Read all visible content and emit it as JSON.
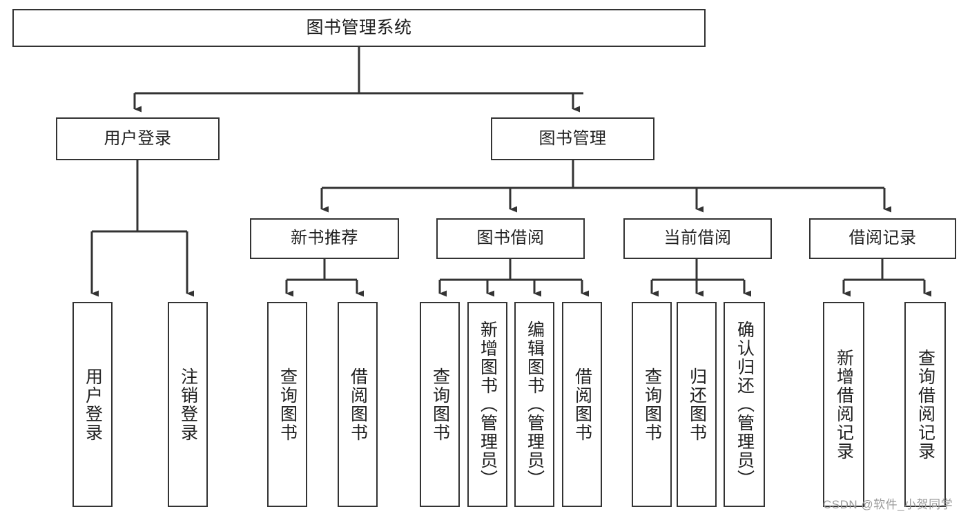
{
  "diagram": {
    "type": "hierarchy-tree",
    "title": "图书管理系统",
    "root": {
      "id": "root",
      "label": "图书管理系统"
    },
    "level2": [
      {
        "id": "user-login",
        "label": "用户登录"
      },
      {
        "id": "book-manage",
        "label": "图书管理"
      }
    ],
    "level3": [
      {
        "id": "new-book-recommend",
        "label": "新书推荐",
        "parent": "book-manage"
      },
      {
        "id": "book-borrow",
        "label": "图书借阅",
        "parent": "book-manage"
      },
      {
        "id": "current-borrow",
        "label": "当前借阅",
        "parent": "book-manage"
      },
      {
        "id": "borrow-record",
        "label": "借阅记录",
        "parent": "book-manage"
      }
    ],
    "leaves": {
      "user-login": [
        {
          "id": "leaf-user-login",
          "label": "用户登录"
        },
        {
          "id": "leaf-user-logout",
          "label": "注销登录"
        }
      ],
      "new-book-recommend": [
        {
          "id": "leaf-query-book-1",
          "label": "查询图书"
        },
        {
          "id": "leaf-borrow-book-1",
          "label": "借阅图书"
        }
      ],
      "book-borrow": [
        {
          "id": "leaf-query-book-2",
          "label": "查询图书"
        },
        {
          "id": "leaf-add-book",
          "label": "新增图书（管理员）"
        },
        {
          "id": "leaf-edit-book",
          "label": "编辑图书（管理员）"
        },
        {
          "id": "leaf-borrow-book-2",
          "label": "借阅图书"
        }
      ],
      "current-borrow": [
        {
          "id": "leaf-query-book-3",
          "label": "查询图书"
        },
        {
          "id": "leaf-return-book",
          "label": "归还图书"
        },
        {
          "id": "leaf-confirm-return",
          "label": "确认归还（管理员）"
        }
      ],
      "borrow-record": [
        {
          "id": "leaf-add-record",
          "label": "新增借阅记录"
        },
        {
          "id": "leaf-query-record",
          "label": "查询借阅记录"
        }
      ]
    }
  },
  "watermark": {
    "text": "CSDN @软件_小贺同学"
  },
  "colors": {
    "stroke": "#333333",
    "background": "#ffffff",
    "text": "#1f1f1f",
    "watermark": "#9a9a9a"
  }
}
